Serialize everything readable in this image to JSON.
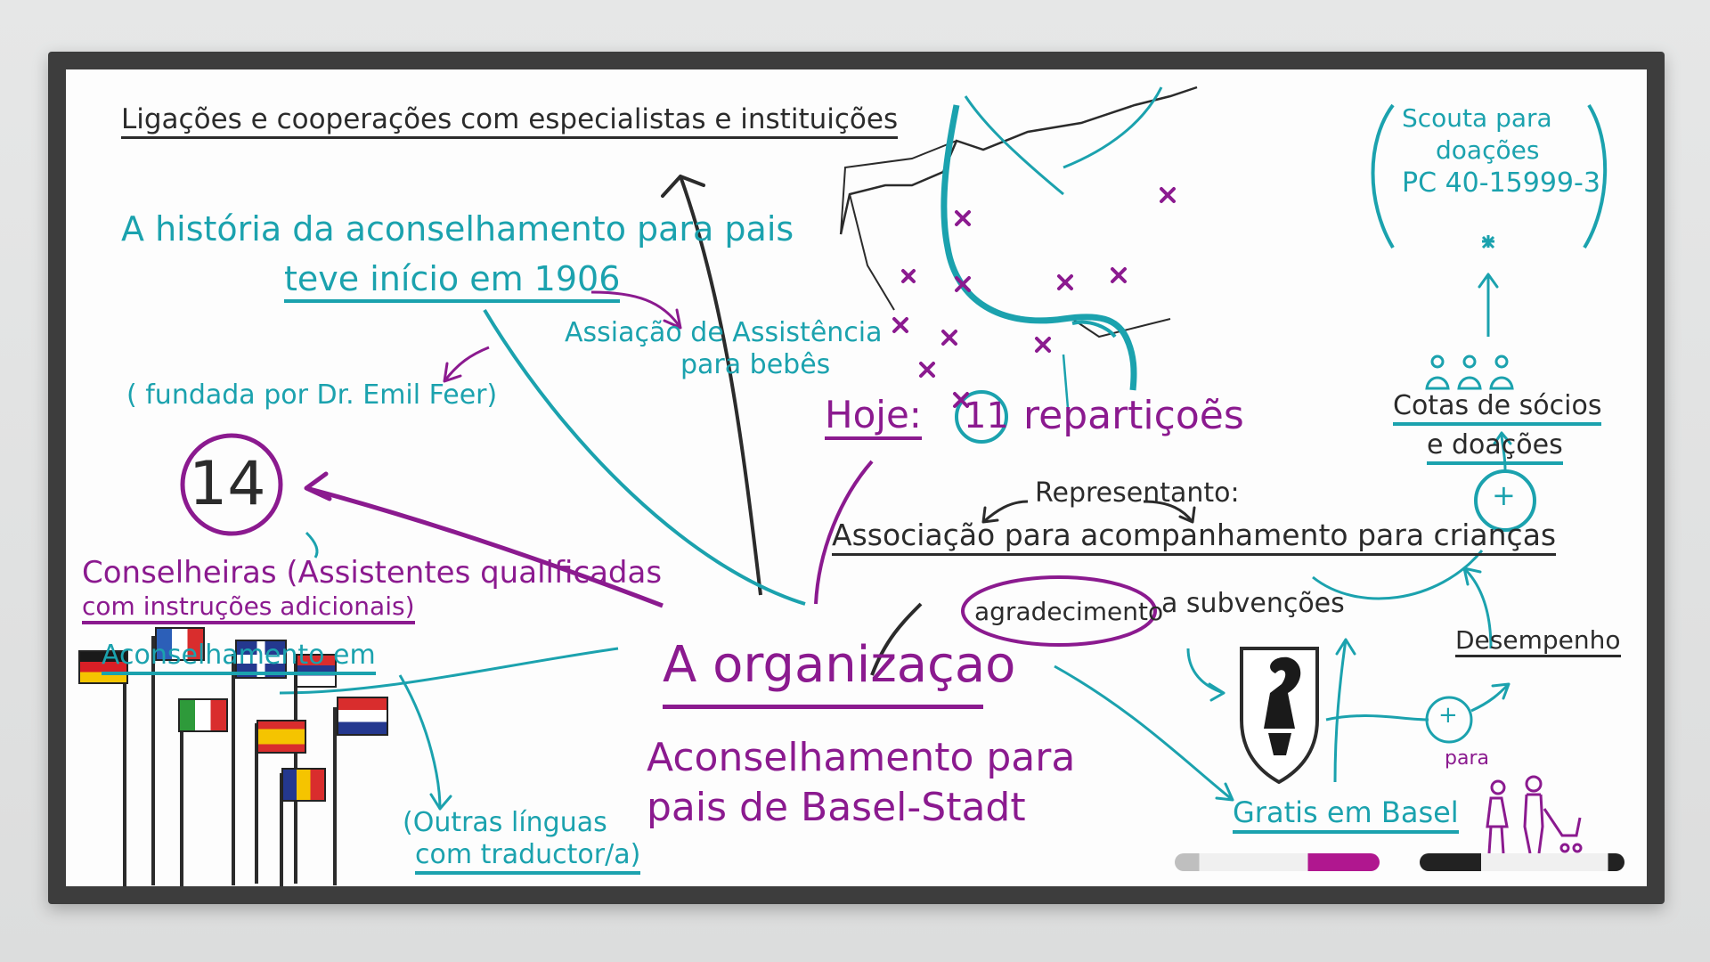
{
  "texts": {
    "links": "Ligações e cooperações com especialistas e instituições",
    "history_line1": "A história da aconselhamento para pais",
    "history_line2": "teve início em 1906",
    "association_line1": "Assiação de Assistência",
    "association_line2": "para bebês",
    "founded": "( fundada por Dr. Emil Feer)",
    "number_14": "14",
    "counselors_line1": "Conselheiras (Assistentes qualificadas",
    "counselors_line2": "com instruções adicionais)",
    "counseling_in": "Aconselhamento em",
    "other_languages_line1": "(Outras línguas",
    "other_languages_line2": "com traductor/a)",
    "today_label": "Hoje:",
    "today_number": "11",
    "today_rest": "repartiçoẽs",
    "representative": "Representanto:",
    "association_children": "Associação para acompanhamento para crianças",
    "thanks": "agradecimento",
    "subsidies": "a subvenções",
    "org_title": "A organizaçao",
    "org_subtitle_line1": "Aconselhamento para",
    "org_subtitle_line2": "pais de Basel-Stadt",
    "free_basel": "Gratis em Basel",
    "performance": "Desempenho",
    "donation_account_line1": "Scouta para",
    "donation_account_line2": "doações",
    "donation_account_line3": "PC 40-15999-3",
    "member_fees_line1": "Cotas de sócios",
    "member_fees_line2": "e doações",
    "para": "para",
    "plus": "+"
  },
  "colors": {
    "teal": "#1ba2ae",
    "purple": "#8b1a8f",
    "dark": "#2b2b2b",
    "board": "#fdfdfd",
    "frame": "#3d3d3d"
  },
  "icons": {
    "map": "basel-map-sketch",
    "coat_of_arms": "basel-bishop-staff-shield-icon",
    "people": "people-icon",
    "family": "family-with-stroller-icon",
    "flags": [
      "germany-flag-icon",
      "france-flag-icon",
      "italy-flag-icon",
      "uk-flag-icon",
      "serbia-flag-icon",
      "spain-flag-icon",
      "croatia-flag-icon",
      "romania-flag-icon"
    ],
    "markers": [
      "purple-marker-icon",
      "black-marker-icon"
    ]
  }
}
